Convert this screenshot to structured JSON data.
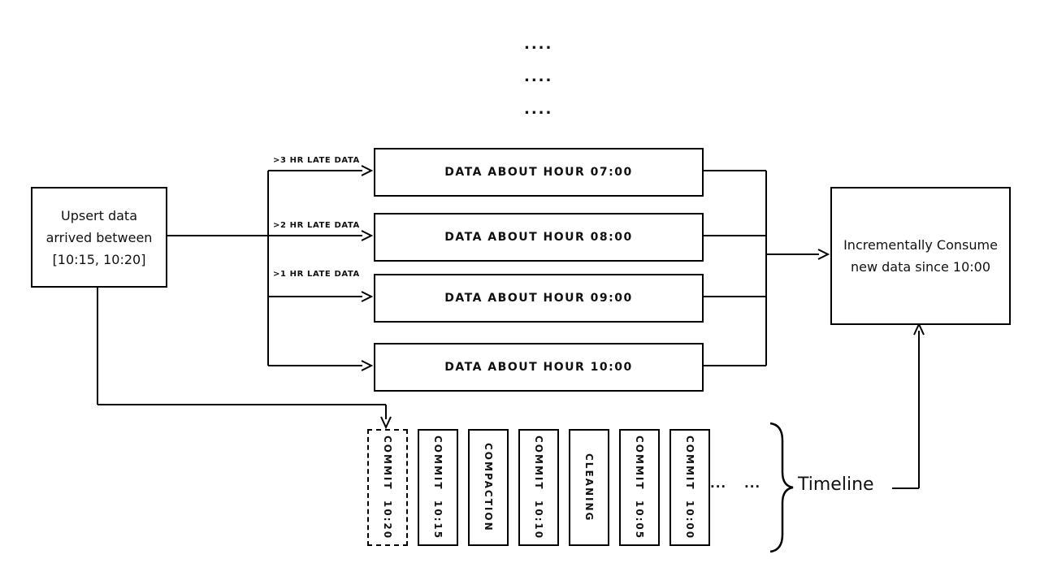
{
  "diagram": {
    "top_dots": [
      "....",
      "....",
      "...."
    ],
    "upsert_box": {
      "lines": [
        "Upsert data",
        "arrived between",
        "[10:15, 10:20]"
      ]
    },
    "arrow_labels": [
      ">3 HR LATE DATA",
      ">2 HR LATE DATA",
      ">1 HR LATE DATA"
    ],
    "data_boxes": [
      "DATA ABOUT HOUR 07:00",
      "DATA ABOUT HOUR 08:00",
      "DATA ABOUT HOUR 09:00",
      "DATA ABOUT HOUR 10:00"
    ],
    "consume_box": {
      "lines": [
        "Incrementally Consume",
        "new data since 10:00"
      ]
    },
    "timeline": {
      "commits": [
        {
          "label": "COMMIT  10:20",
          "style": "dashed"
        },
        {
          "label": "COMMIT  10:15",
          "style": "solid"
        },
        {
          "label": "COMPACTION",
          "style": "solid"
        },
        {
          "label": "COMMIT  10:10",
          "style": "solid"
        },
        {
          "label": "CLEANING",
          "style": "solid"
        },
        {
          "label": "COMMIT  10:05",
          "style": "solid"
        },
        {
          "label": "COMMIT  10:00",
          "style": "solid"
        }
      ],
      "ellipses": [
        "...",
        "..."
      ],
      "label": "Timeline"
    },
    "colors": {
      "line": "#000000",
      "background": "#ffffff"
    }
  }
}
